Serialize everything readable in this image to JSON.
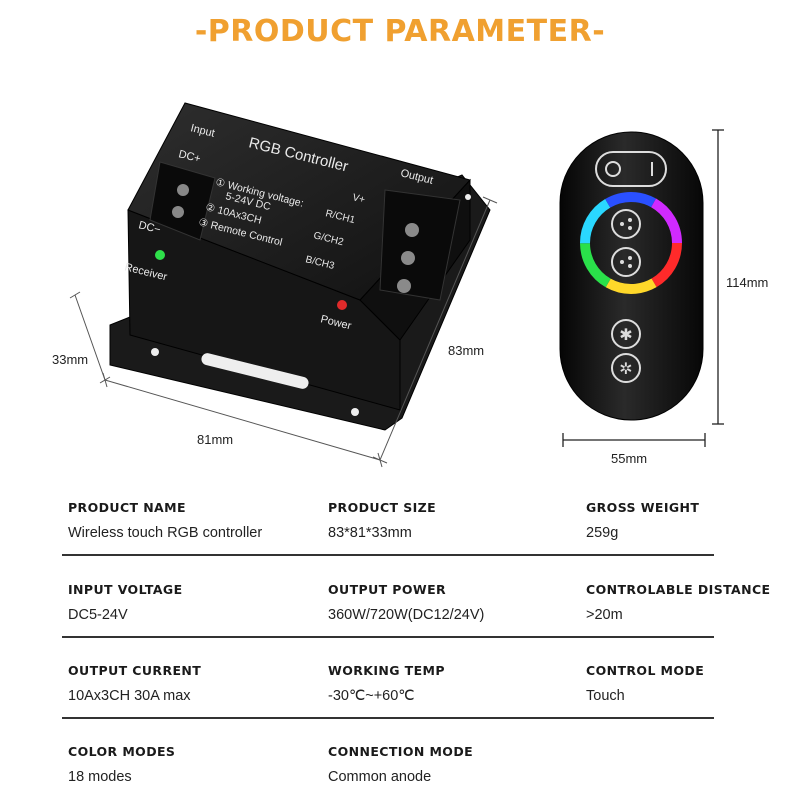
{
  "title": "-PRODUCT PARAMETER-",
  "colors": {
    "title": "#f0a030",
    "controller_body": "#1c1c1c",
    "remote_body": "#141414"
  },
  "controller": {
    "label_input": "Input",
    "label_dc_plus": "DC+",
    "label_dc_minus": "DC−",
    "label_name": "RGB Controller",
    "label_output": "Output",
    "spec_line1": "① Working voltage:",
    "spec_line2": "5-24V DC",
    "spec_line3": "② 10Ax3CH",
    "spec_line4": "③ Remote Control",
    "label_vplus": "V+",
    "label_ch1": "R/CH1",
    "label_ch2": "G/CH2",
    "label_ch3": "B/CH3",
    "label_receiver": "Receiver",
    "label_power": "Power"
  },
  "dimensions": {
    "height_controller": "33mm",
    "width_controller": "81mm",
    "depth_controller": "83mm",
    "height_remote": "114mm",
    "width_remote": "55mm"
  },
  "specs": [
    [
      {
        "label": "PRODUCT NAME",
        "value": "Wireless touch RGB controller"
      },
      {
        "label": "PRODUCT SIZE",
        "value": "83*81*33mm"
      },
      {
        "label": "GROSS WEIGHT",
        "value": "259g"
      }
    ],
    [
      {
        "label": "INPUT VOLTAGE",
        "value": "DC5-24V"
      },
      {
        "label": "OUTPUT POWER",
        "value": "360W/720W(DC12/24V)"
      },
      {
        "label": "CONTROLABLE DISTANCE",
        "value": ">20m"
      }
    ],
    [
      {
        "label": "OUTPUT CURRENT",
        "value": "10Ax3CH 30A max"
      },
      {
        "label": "WORKING TEMP",
        "value": "-30℃~+60℃"
      },
      {
        "label": "CONTROL MODE",
        "value": "Touch"
      }
    ],
    [
      {
        "label": "COLOR MODES",
        "value": "18 modes"
      },
      {
        "label": "CONNECTION MODE",
        "value": "Common anode"
      }
    ]
  ]
}
